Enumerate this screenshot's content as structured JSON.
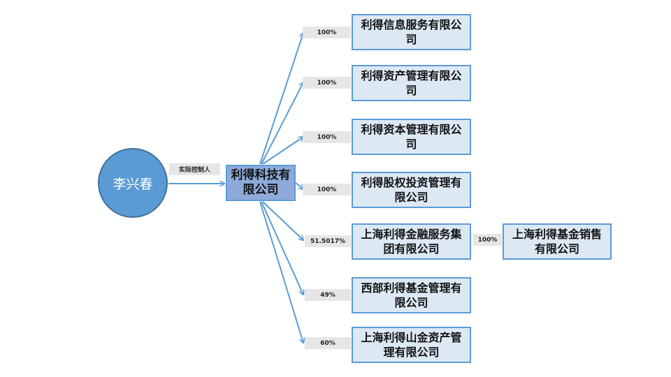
{
  "person": {
    "name": "李兴春",
    "relation_label": "实际控制人"
  },
  "root": {
    "name": "利得科技有限公司"
  },
  "subsidiaries": [
    {
      "name": "利得信息服务有限公司",
      "share": "100%"
    },
    {
      "name": "利得资产管理有限公司",
      "share": "100%"
    },
    {
      "name": "利得资本管理有限公司",
      "share": "100%"
    },
    {
      "name": "利得股权投资管理有限公司",
      "share": "100%"
    },
    {
      "name": "上海利得金融服务集团有限公司",
      "share": "51.5017%"
    },
    {
      "name": "西部利得基金管理有限公司",
      "share": "49%"
    },
    {
      "name": "上海利得山金资产管理有限公司",
      "share": "60%"
    }
  ],
  "grandchild": {
    "name": "上海利得基金销售有限公司",
    "share": "100%"
  },
  "colors": {
    "line": "#5b9bd5",
    "root_fill": "#8eaadb",
    "box_fill": "#dde8f5",
    "circle": "#5b9bd5"
  }
}
